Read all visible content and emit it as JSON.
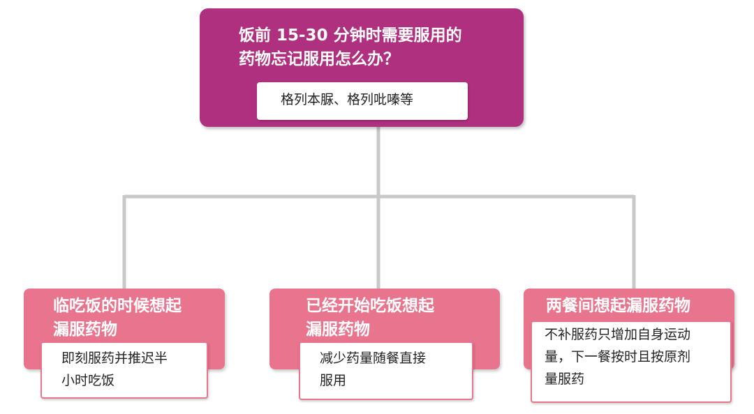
{
  "root": {
    "title_line1": "饭前  15-30  分钟时需要服用的",
    "title_line2": "药物忘记服用怎么办？",
    "note": "格列本脲、格列吡嗪等"
  },
  "branches": [
    {
      "title_line1": "临吃饭的时候想起",
      "title_line2": "漏服药物",
      "note_line1": "即刻服药并推迟半",
      "note_line2": "小时吃饭"
    },
    {
      "title_line1": "已经开始吃饭想起",
      "title_line2": "漏服药物",
      "note_line1": "减少药量随餐直接",
      "note_line2": "服用"
    },
    {
      "title_line1": "两餐间想起漏服药物",
      "note_line1": "不补服药只增加自身运动",
      "note_line2": "量，下一餐按时且按原剂",
      "note_line3": "量服药"
    }
  ],
  "colors": {
    "root_fill": "#b03080",
    "branch_fill": "#e8748e",
    "connector": "#c8c8c8",
    "note_fill": "#ffffff"
  }
}
